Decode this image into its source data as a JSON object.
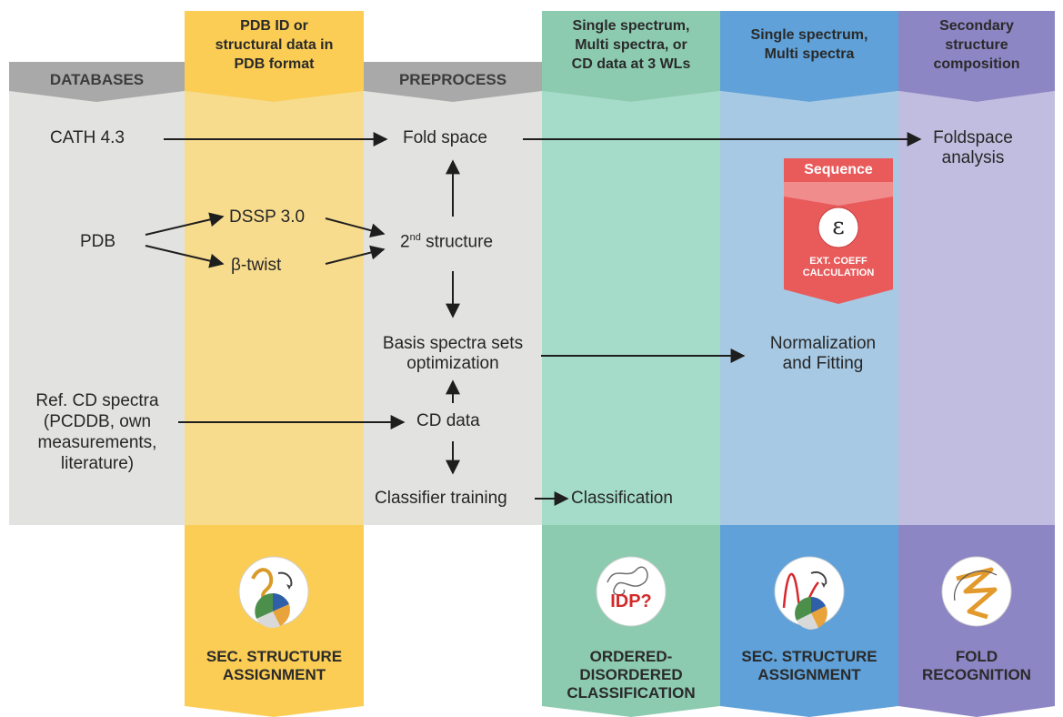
{
  "colors": {
    "gray_band": "#e2e2e1",
    "gray_header": "#a9a9a9",
    "yellow_col": "#f8dc8e",
    "yellow_head": "#fbcd55",
    "green_col": "#a4dcc9",
    "green_head": "#8ccbb0",
    "blue_col": "#a7c9e3",
    "blue_head": "#5fa1d8",
    "purple_col": "#c0bde0",
    "purple_head": "#8d86c4",
    "sequence_red": "#e95a5a"
  },
  "headers": {
    "databases": "DATABASES",
    "pdb_input": [
      "PDB ID or",
      "structural data in",
      "PDB format"
    ],
    "preprocess": "PREPROCESS",
    "single_multi_3wl": [
      "Single spectrum,",
      "Multi spectra, or",
      "CD data at 3 WLs"
    ],
    "single_multi": [
      "Single spectrum,",
      "Multi spectra"
    ],
    "secondary_comp": [
      "Secondary",
      "structure",
      "composition"
    ]
  },
  "nodes": {
    "cath": "CATH 4.3",
    "fold_space": "Fold space",
    "foldspace_analysis": [
      "Foldspace",
      "analysis"
    ],
    "pdb": "PDB",
    "dssp": "DSSP 3.0",
    "beta_twist": "β-twist",
    "second_structure_sup": "nd",
    "second_structure_base": "2",
    "second_structure_word": " structure",
    "basis_spectra": [
      "Basis spectra sets",
      "optimization"
    ],
    "normalization": [
      "Normalization",
      "and Fitting"
    ],
    "ref_cd": [
      "Ref. CD spectra",
      "(PCDDB, own",
      "measurements,",
      "literature)"
    ],
    "cd_data": "CD data",
    "classifier_training": "Classifier training",
    "classification": "Classification"
  },
  "sequence_box": {
    "title": "Sequence",
    "symbol": "ε",
    "caption": [
      "EXT. COEFF",
      "CALCULATION"
    ]
  },
  "icons": {
    "sec_assign_1": "protein-to-piechart-icon",
    "idp": "disordered-protein-icon",
    "idp_label": "IDP?",
    "sec_assign_2": "spectrum-to-piechart-icon",
    "fold": "folded-protein-icon"
  },
  "footers": {
    "sec_structure_1": [
      "SEC. STRUCTURE",
      "ASSIGNMENT"
    ],
    "ordered_disordered": [
      "ORDERED-",
      "DISORDERED",
      "CLASSIFICATION"
    ],
    "sec_structure_2": [
      "SEC. STRUCTURE",
      "ASSIGNMENT"
    ],
    "fold_recognition": [
      "FOLD",
      "RECOGNITION"
    ]
  }
}
